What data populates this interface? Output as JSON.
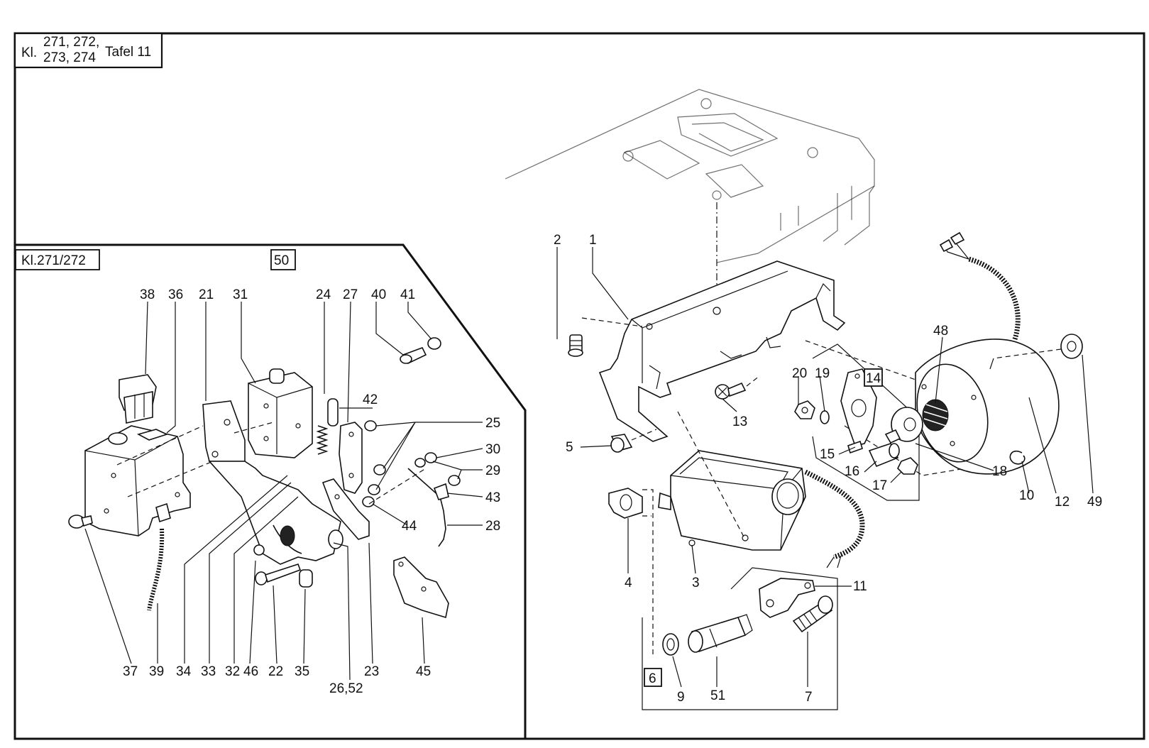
{
  "header": {
    "kl": "Kl.",
    "models_top": "271, 272,",
    "models_bottom": "273, 274",
    "tafel": "Tafel 11"
  },
  "inset": {
    "model_label": "Kl.271/272",
    "group_number": "50",
    "callouts": [
      "38",
      "36",
      "21",
      "31",
      "24",
      "27",
      "40",
      "41",
      "42",
      "25",
      "30",
      "29",
      "43",
      "44",
      "28",
      "37",
      "39",
      "34",
      "33",
      "32",
      "46",
      "22",
      "35",
      "26,52",
      "23",
      "45"
    ]
  },
  "main": {
    "group_14": "14",
    "group_6": "6",
    "callouts": [
      "2",
      "1",
      "5",
      "13",
      "20",
      "19",
      "15",
      "16",
      "17",
      "48",
      "18",
      "10",
      "12",
      "49",
      "4",
      "3",
      "11",
      "9",
      "51",
      "7"
    ]
  }
}
